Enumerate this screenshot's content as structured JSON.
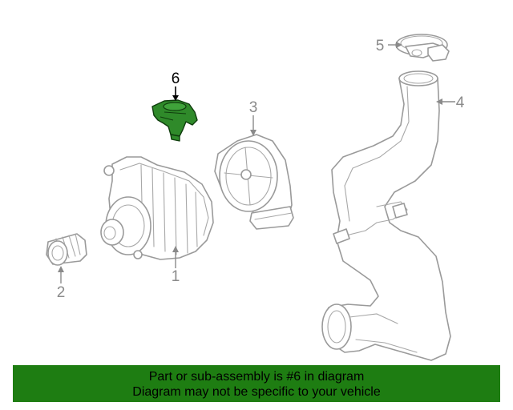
{
  "callouts": {
    "c1": "1",
    "c2": "2",
    "c3": "3",
    "c4": "4",
    "c5": "5",
    "c6": "6"
  },
  "highlighted_part": "6",
  "colors": {
    "highlight_part": "#2f8a2a",
    "banner": "#1e7d12",
    "line_art": "#9a9a9a"
  },
  "banner": {
    "line1": "Part or sub-assembly is #6 in diagram",
    "line2": "Diagram may not be specific to your vehicle"
  }
}
